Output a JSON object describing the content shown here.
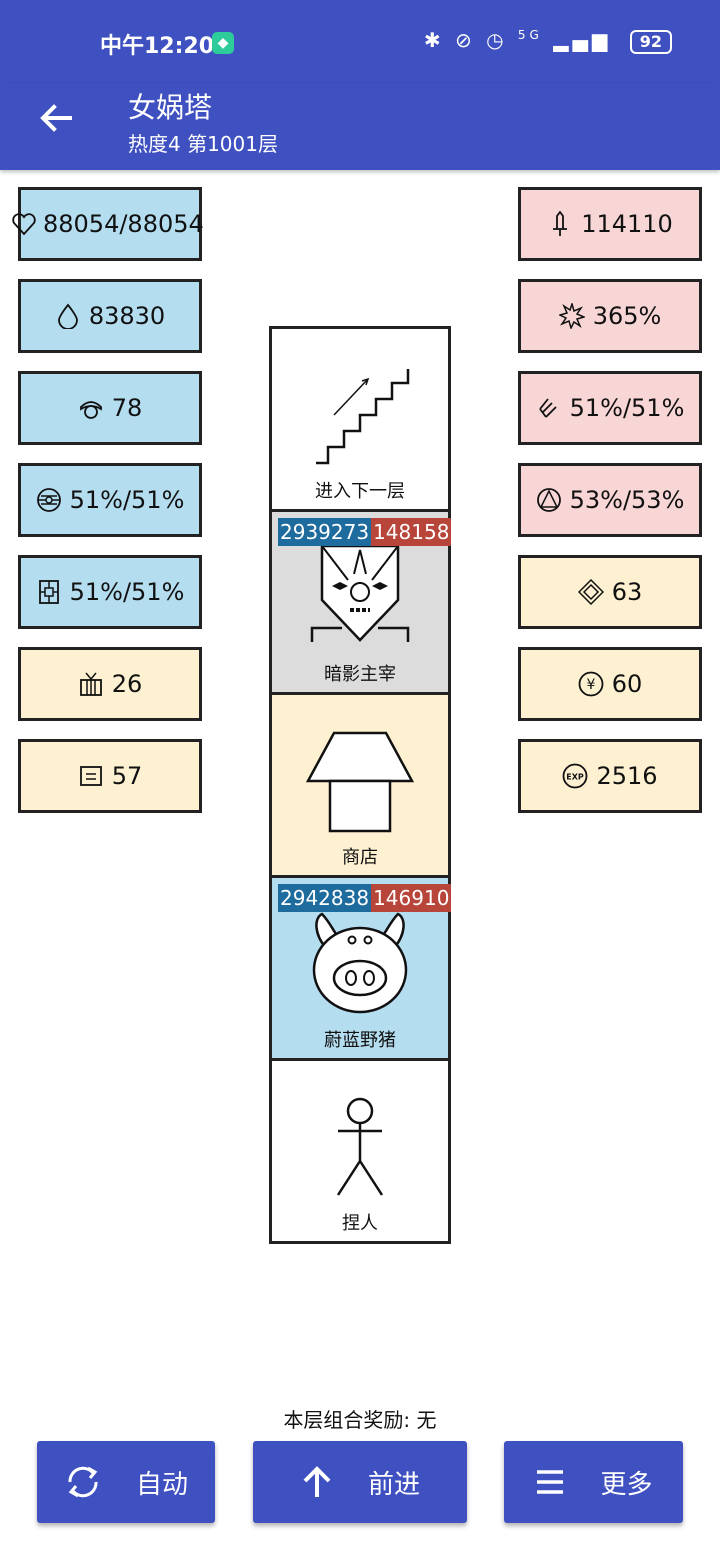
{
  "status_bar": {
    "time": "中午12:20",
    "battery": "92",
    "network": "5G"
  },
  "app_bar": {
    "title": "女娲塔",
    "subtitle": "热度4 第1001层"
  },
  "left_stats": [
    {
      "icon": "heart-icon",
      "value": "88054/88054",
      "color": "#B4DDF0"
    },
    {
      "icon": "drop-icon",
      "value": "83830",
      "color": "#B4DDF0"
    },
    {
      "icon": "helmet-icon",
      "value": "78",
      "color": "#B4DDF0"
    },
    {
      "icon": "disc-icon",
      "value": "51%/51%",
      "color": "#B4DDF0"
    },
    {
      "icon": "shield-box-icon",
      "value": "51%/51%",
      "color": "#B4DDF0"
    },
    {
      "icon": "crown-icon",
      "value": "26",
      "color": "#FDF1D2"
    },
    {
      "icon": "scroll-icon",
      "value": "57",
      "color": "#FDF1D2"
    }
  ],
  "right_stats": [
    {
      "icon": "sword-icon",
      "value": "114110",
      "color": "#F8D6D6"
    },
    {
      "icon": "burst-icon",
      "value": "365%",
      "color": "#F8D6D6"
    },
    {
      "icon": "slash-icon",
      "value": "51%/51%",
      "color": "#F8D6D6"
    },
    {
      "icon": "triangle-circle-icon",
      "value": "53%/53%",
      "color": "#F8D6D6"
    },
    {
      "icon": "diamond-icon",
      "value": "63",
      "color": "#FDF1D2"
    },
    {
      "icon": "yen-icon",
      "value": "60",
      "color": "#FDF1D2"
    },
    {
      "icon": "exp-icon",
      "value": "2516",
      "color": "#FDF1D2"
    }
  ],
  "tower": [
    {
      "label": "进入下一层",
      "type": "stairs"
    },
    {
      "label": "暗影主宰",
      "type": "monster",
      "hp": "2939273",
      "atk": "148158"
    },
    {
      "label": "商店",
      "type": "shop"
    },
    {
      "label": "蔚蓝野猪",
      "type": "monster",
      "hp": "2942838",
      "atk": "146910"
    },
    {
      "label": "捏人",
      "type": "player"
    }
  ],
  "combo_reward": "本层组合奖励: 无",
  "buttons": {
    "auto": "自动",
    "forward": "前进",
    "more": "更多"
  }
}
